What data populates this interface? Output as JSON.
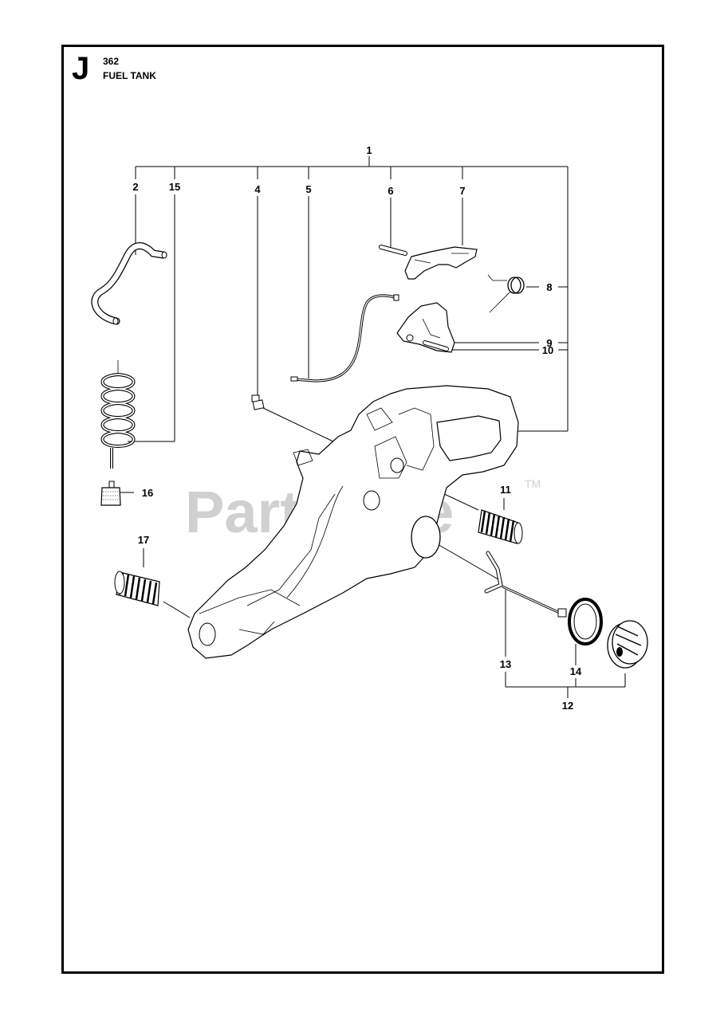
{
  "header": {
    "section_letter": "J",
    "model_number": "362",
    "title": "FUEL TANK"
  },
  "watermark": {
    "text": "PartsTree",
    "trademark": "TM"
  },
  "callouts": [
    "1",
    "2",
    "15",
    "4",
    "5",
    "6",
    "7",
    "8",
    "9",
    "10",
    "11",
    "16",
    "17",
    "13",
    "14",
    "12"
  ],
  "colors": {
    "border": "#000000",
    "watermark": "#d0d0d0",
    "background": "#ffffff"
  }
}
